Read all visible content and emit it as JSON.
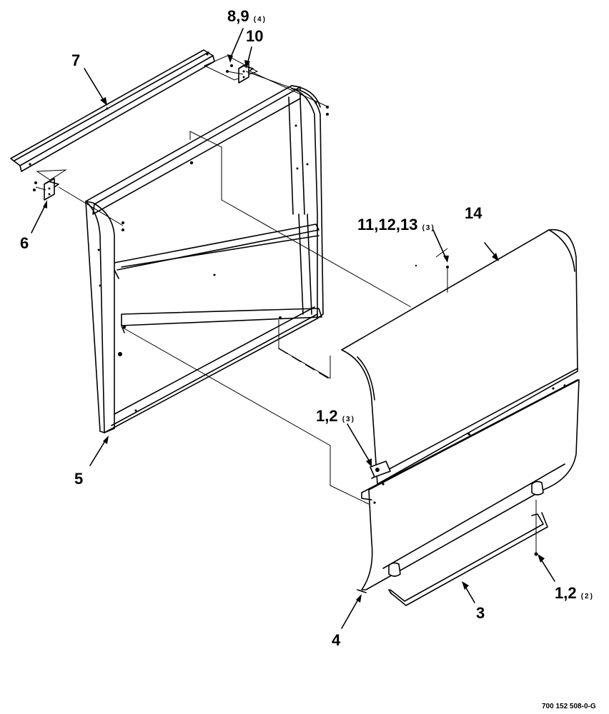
{
  "callouts": {
    "c89": {
      "text": "8,9",
      "qty": "(4)"
    },
    "c10": {
      "text": "10"
    },
    "c7": {
      "text": "7"
    },
    "c6": {
      "text": "6"
    },
    "c11": {
      "text": "11,12,13",
      "qty": "(3)"
    },
    "c14": {
      "text": "14"
    },
    "c12a": {
      "text": "1,2",
      "qty": "(3)"
    },
    "c5": {
      "text": "5"
    },
    "c12b": {
      "text": "1,2",
      "qty": "(2)"
    },
    "c3": {
      "text": "3"
    },
    "c4": {
      "text": "4"
    }
  },
  "drawing_number": "700 152 508-0-G"
}
